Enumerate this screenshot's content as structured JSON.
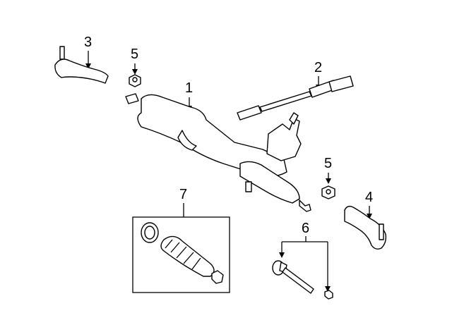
{
  "callouts": {
    "steering_gear": "1",
    "support_rod": "2",
    "outer_tie_rod_left": "3",
    "outer_tie_rod_right": "4",
    "nut_left": "5",
    "nut_right": "5",
    "inner_tie_rod_kit": "6",
    "boot_kit": "7"
  }
}
